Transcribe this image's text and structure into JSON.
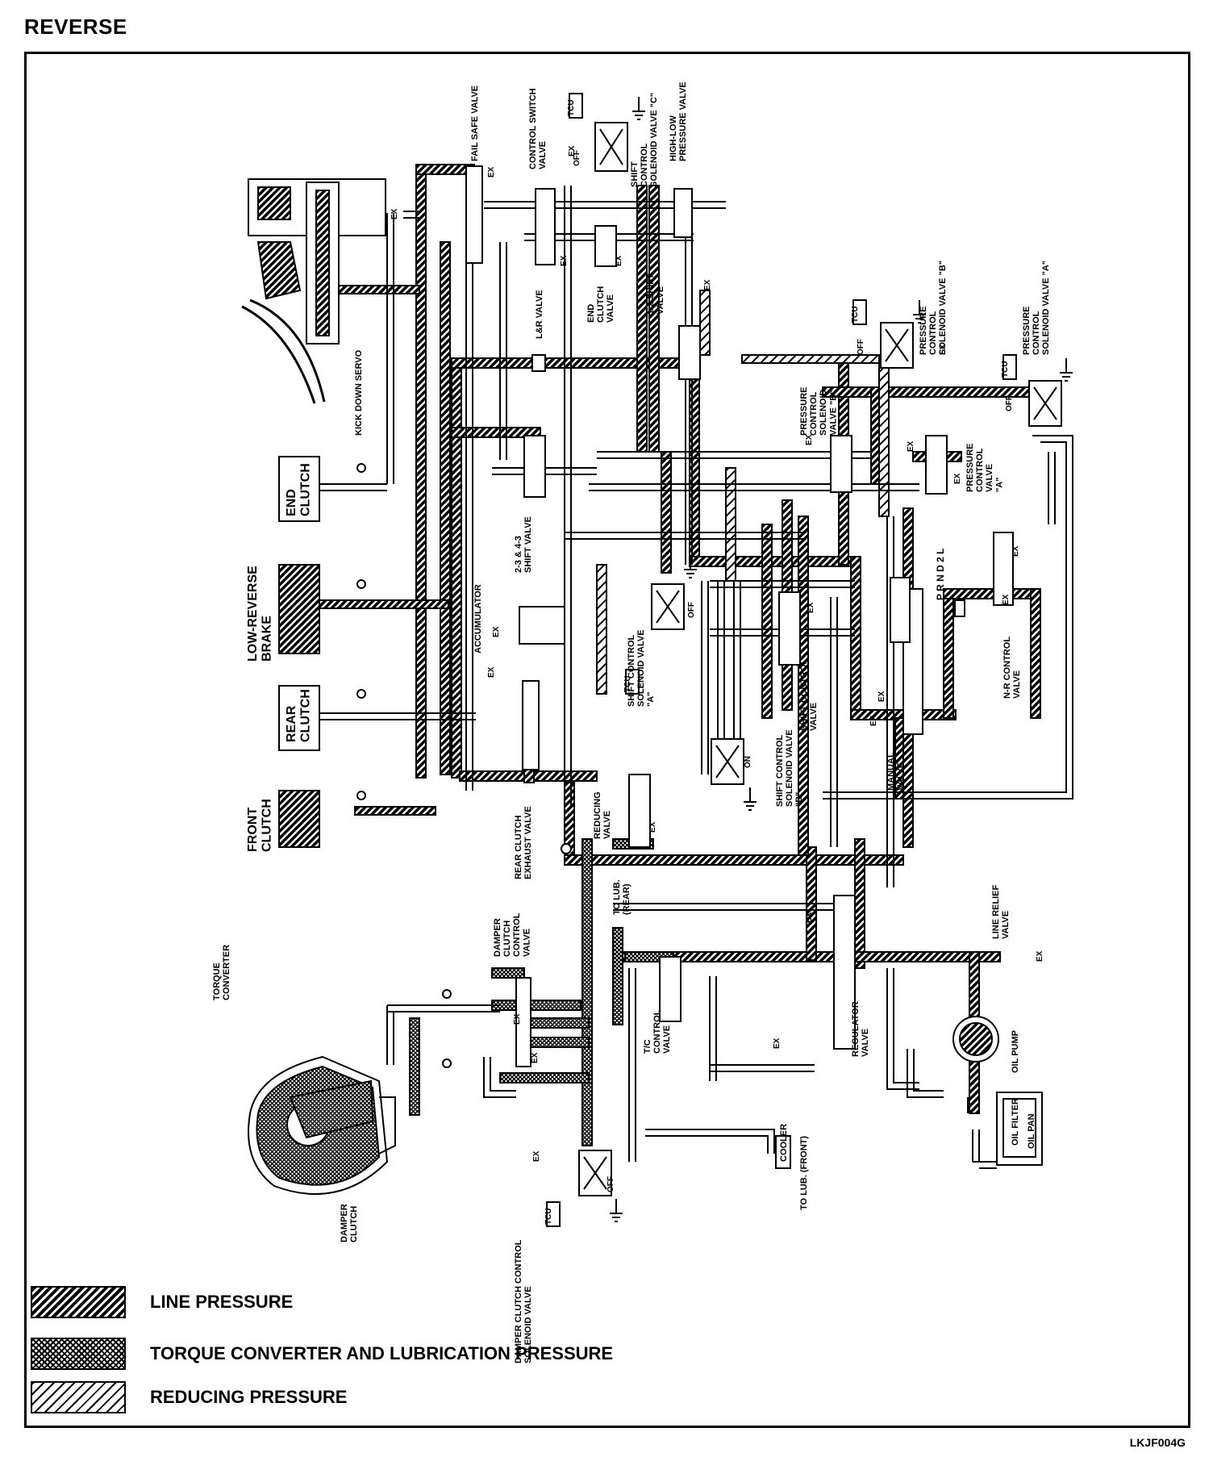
{
  "title": "REVERSE",
  "figure_code": "LKJF004G",
  "legend": [
    {
      "label": "LINE PRESSURE",
      "pattern": "line"
    },
    {
      "label": "TORQUE CONVERTER AND LUBRICATION PRESSURE",
      "pattern": "tc"
    },
    {
      "label": "REDUCING PRESSURE",
      "pattern": "reducing"
    }
  ],
  "labels": {
    "fail_safe_valve": "FAIL SAFE VALVE",
    "control_switch_valve": [
      "CONTROL SWITCH",
      "VALVE"
    ],
    "shift_control_solenoid_c": [
      "SHIFT",
      "CONTROL",
      "SOLENOID VALVE \"C\""
    ],
    "high_low_pressure_valve": [
      "HIGH-LOW",
      "PRESSURE VALVE"
    ],
    "kick_down_servo": "KICK DOWN SERVO",
    "lr_valve": "L&R VALVE",
    "end_clutch_valve": [
      "END",
      "CLUTCH",
      "VALVE"
    ],
    "shift_valve_12": [
      "1-2 SHIFT",
      "VALVE"
    ],
    "pressure_control_solenoid_b": [
      "PRESSURE",
      "CONTROL",
      "SOLENOID VALVE \"B\""
    ],
    "pressure_control_solenoid_a": [
      "PRESSURE",
      "CONTROL",
      "SOLENOID VALVE \"A\""
    ],
    "pressure_control_valve_b": [
      "PRESSURE",
      "CONTROL",
      "SOLENOID",
      "VALVE \"B\""
    ],
    "pressure_control_valve_a": [
      "PRESSURE",
      "CONTROL",
      "VALVE",
      "\"A\""
    ],
    "end_clutch": [
      "END",
      "CLUTCH"
    ],
    "low_reverse_brake": [
      "LOW-REVERSE",
      "BRAKE"
    ],
    "rear_clutch": [
      "REAR",
      "CLUTCH"
    ],
    "front_clutch": [
      "FRONT",
      "CLUTCH"
    ],
    "shift_valve_23": [
      "2-3 & 4-3",
      "SHIFT VALVE"
    ],
    "accumulator": "ACCUMULATOR",
    "shift_control_solenoid_a": [
      "SHIFT CONTROL",
      "SOLENOID VALVE",
      "\"A\""
    ],
    "shift_control_valve": [
      "SHIFT CONTROL",
      "VALVE"
    ],
    "shift_control_solenoid_b": [
      "SHIFT CONTROL",
      "SOLENOID VALVE",
      "\"B\""
    ],
    "nr_control_valve": [
      "N-R CONTROL",
      "VALVE"
    ],
    "manual_valve": [
      "MANUAL",
      "VALVE"
    ],
    "prnd": "P R N D 2 L",
    "rear_clutch_exhaust_valve": [
      "REAR CLUTCH",
      "EXHAUST VALVE"
    ],
    "reducing_valve": [
      "REDUCING",
      "VALVE"
    ],
    "to_lub_rear": [
      "TO LUB.",
      "(REAR)"
    ],
    "line_relief_valve": [
      "LINE RELIEF",
      "VALVE"
    ],
    "damper_clutch_control_valve": [
      "DAMPER",
      "CLUTCH",
      "CONTROL",
      "VALVE"
    ],
    "torque_converter": [
      "TORQUE",
      "CONVERTER"
    ],
    "tc_control_valve": [
      "T/C",
      "CONTROL",
      "VALVE"
    ],
    "regulator_valve": [
      "REGULATOR",
      "VALVE"
    ],
    "oil_pump": "OIL PUMP",
    "oil_filter": "OIL FILTER",
    "oil_pan": "OIL PAN",
    "damper_clutch": [
      "DAMPER",
      "CLUTCH"
    ],
    "damper_clutch_control_solenoid": [
      "DAMPER CLUTCH CONTROL",
      "SOLENOID VALVE"
    ],
    "cooler": "COOLER",
    "to_lub_front": "TO LUB. (FRONT)",
    "tcu": "TCU",
    "ex": "EX",
    "off": "OFF",
    "on": "ON"
  }
}
